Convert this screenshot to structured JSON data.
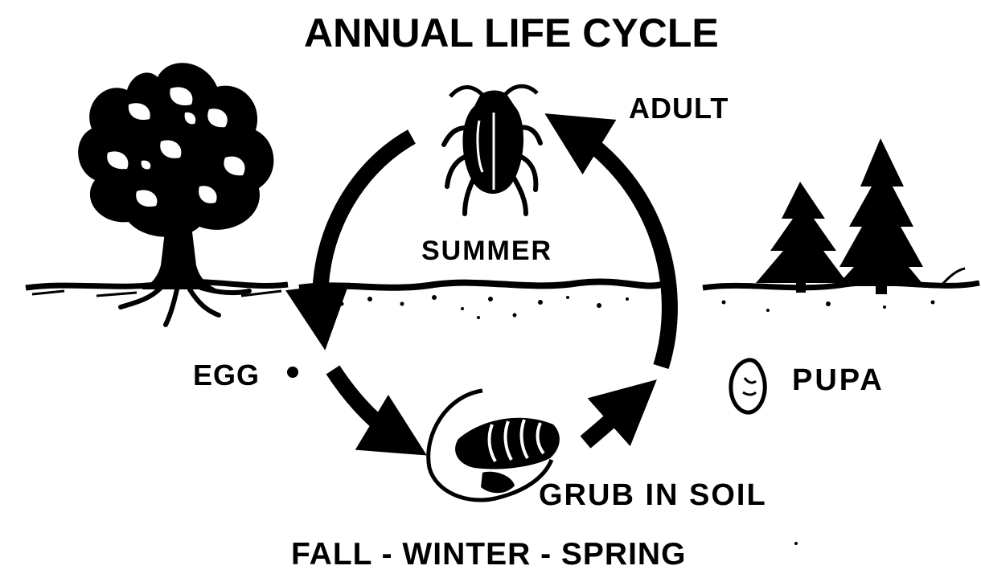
{
  "diagram": {
    "title": "ANNUAL LIFE CYCLE",
    "stages": {
      "adult": "ADULT",
      "egg": "EGG",
      "grub": "GRUB IN SOIL",
      "pupa": "PUPA"
    },
    "seasons": {
      "above_ground": "SUMMER",
      "below_ground": "FALL - WINTER - SPRING"
    },
    "colors": {
      "ink": "#000000",
      "paper": "#ffffff"
    }
  }
}
